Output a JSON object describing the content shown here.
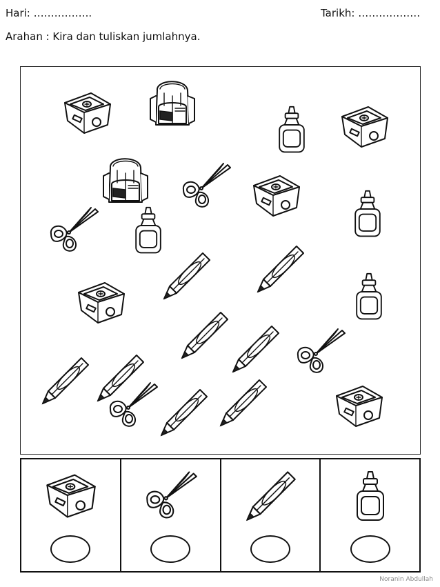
{
  "header": {
    "hari": "Hari: ……………..",
    "tarikh": "Tarikh: ………………"
  },
  "instruction": "Arahan : Kira dan tuliskan jumlahnya.",
  "answer_items": [
    "pencil-sharpener-icon",
    "scissors-icon",
    "crayon-icon",
    "glue-bottle-icon"
  ],
  "credit": "Noranin Abdullah"
}
